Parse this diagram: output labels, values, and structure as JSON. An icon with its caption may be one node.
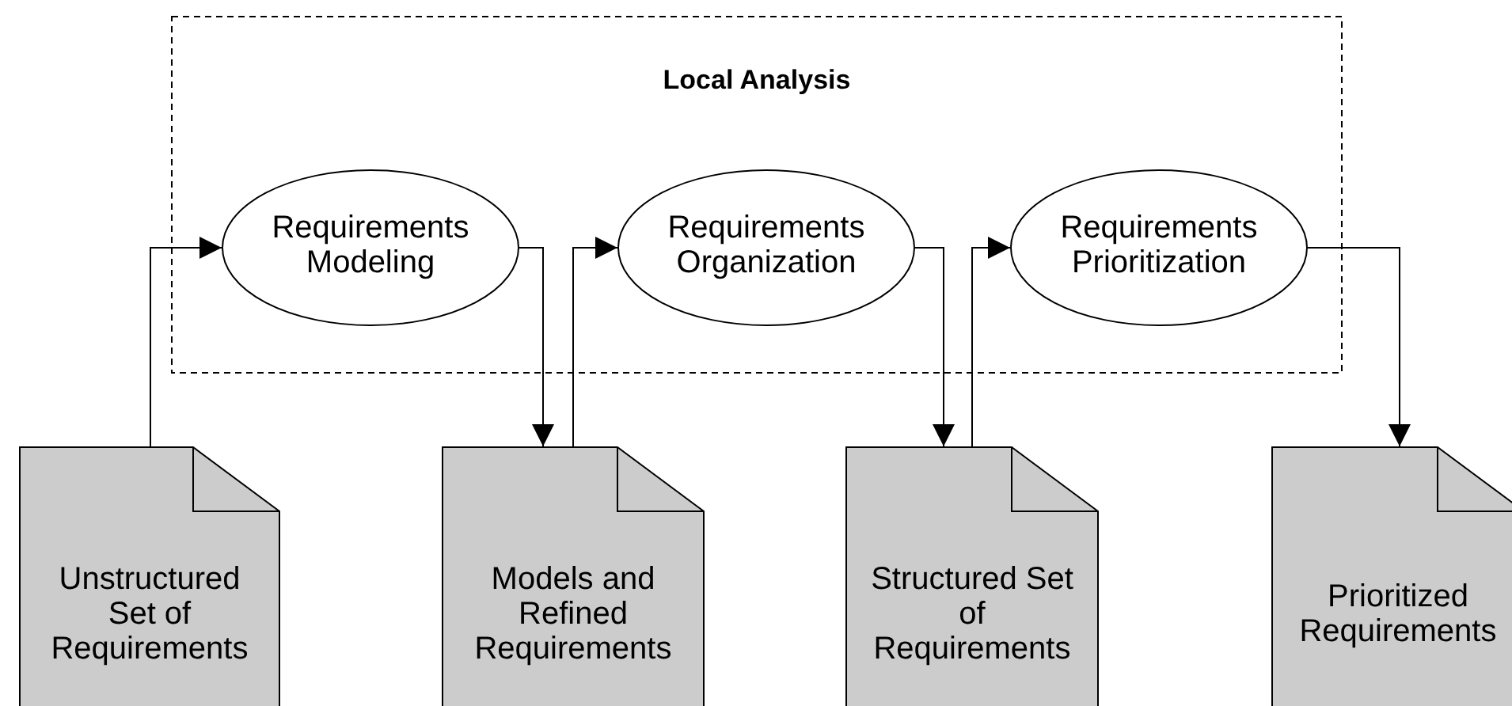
{
  "diagram": {
    "nodes": [
      {
        "text": [
          "Local Analysis"
        ]
      },
      {
        "text": [
          "Requirements Modeling"
        ],
        "in": 0
      },
      {
        "text": [
          "Requirements Organization"
        ],
        "in": 0
      },
      {
        "text": [
          "Requirements Prioritization"
        ],
        "in": 0
      },
      {
        "text": [
          "Unstructured Set of Requirements"
        ]
      },
      {
        "text": [
          "Models and Refined Requirements"
        ]
      },
      {
        "text": [
          "Structured Set of Requirements"
        ]
      },
      {
        "text": [
          "Prioritized Requirements"
        ]
      }
    ],
    "edges": [
      {
        "from": 4,
        "to": 1,
        "arrow": "to"
      },
      {
        "from": 1,
        "to": 5,
        "arrow": "to"
      },
      {
        "from": 5,
        "to": 2,
        "arrow": "to"
      },
      {
        "from": 2,
        "to": 6,
        "arrow": "to"
      },
      {
        "from": 6,
        "to": 3,
        "arrow": "to"
      },
      {
        "from": 3,
        "to": 7,
        "arrow": "to"
      }
    ]
  }
}
